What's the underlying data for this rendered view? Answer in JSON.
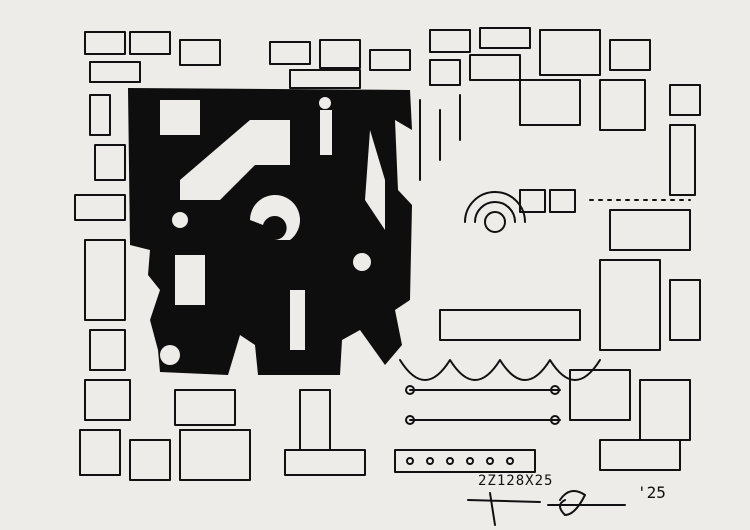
{
  "artwork": {
    "inscription": "2Z128X25",
    "date": "'25",
    "signature": "signature",
    "colors": {
      "paper": "#eeece8",
      "ink": "#111111",
      "cutout": "#0e0e0e"
    }
  }
}
